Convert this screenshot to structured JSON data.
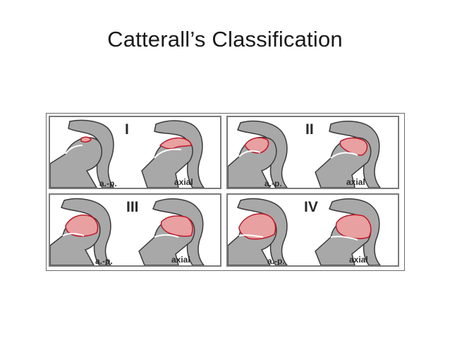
{
  "slide": {
    "title": "Catterall’s Classification"
  },
  "figure": {
    "panels": [
      {
        "group": "I",
        "left_view": "a.-p.",
        "right_view": "axial"
      },
      {
        "group": "II",
        "left_view": "a.-p.",
        "right_view": "axial"
      },
      {
        "group": "III",
        "left_view": "a.-p.",
        "right_view": "axial"
      },
      {
        "group": "IV",
        "left_view": "a.-p.",
        "right_view": "axial"
      }
    ],
    "colors": {
      "bone": "#a8a8a8",
      "bone_outline": "#3a3a3a",
      "lesion_fill": "#e8a0a0",
      "lesion_outline": "#c0182a",
      "panel_border": "#7a7a7a"
    }
  }
}
